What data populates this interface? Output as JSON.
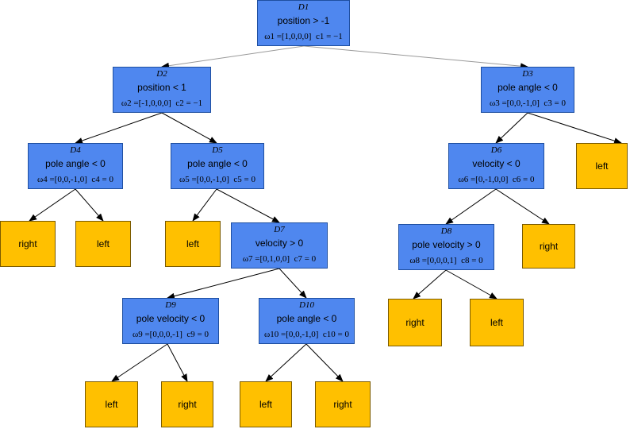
{
  "colors": {
    "node_fill": "#4f87ef",
    "leaf_fill": "#ffc000",
    "edge": "#000000"
  },
  "nodes": {
    "D1": {
      "id": "D1",
      "condition": "position > -1",
      "omega": "ω1 =[1,0,0,0]",
      "c": "c1 = −1"
    },
    "D2": {
      "id": "D2",
      "condition": "position < 1",
      "omega": "ω2 =[-1,0,0,0]",
      "c": "c2 = −1"
    },
    "D3": {
      "id": "D3",
      "condition": "pole angle < 0",
      "omega": "ω3 =[0,0,-1,0]",
      "c": "c3 = 0"
    },
    "D4": {
      "id": "D4",
      "condition": "pole angle < 0",
      "omega": "ω4 =[0,0,-1,0]",
      "c": "c4 = 0"
    },
    "D5": {
      "id": "D5",
      "condition": "pole angle < 0",
      "omega": "ω5 =[0,0,-1,0]",
      "c": "c5 = 0"
    },
    "D6": {
      "id": "D6",
      "condition": "velocity < 0",
      "omega": "ω6 =[0,-1,0,0]",
      "c": "c6 = 0"
    },
    "D7": {
      "id": "D7",
      "condition": "velocity > 0",
      "omega": "ω7 =[0,1,0,0]",
      "c": "c7 = 0"
    },
    "D8": {
      "id": "D8",
      "condition": "pole velocity > 0",
      "omega": "ω8 =[0,0,0,1]",
      "c": "c8 = 0"
    },
    "D9": {
      "id": "D9",
      "condition": "pole velocity < 0",
      "omega": "ω9 =[0,0,0,-1]",
      "c": "c9 = 0"
    },
    "D10": {
      "id": "D10",
      "condition": "pole angle < 0",
      "omega": "ω10 =[0,0,-1,0]",
      "c": "c10 = 0"
    }
  },
  "leaves": {
    "L1": "left",
    "L2": "right",
    "L3": "left",
    "L4": "left",
    "L5": "right",
    "L6": "right",
    "L7": "left",
    "L8": "left",
    "L9": "right",
    "L10": "left",
    "L11": "right"
  }
}
